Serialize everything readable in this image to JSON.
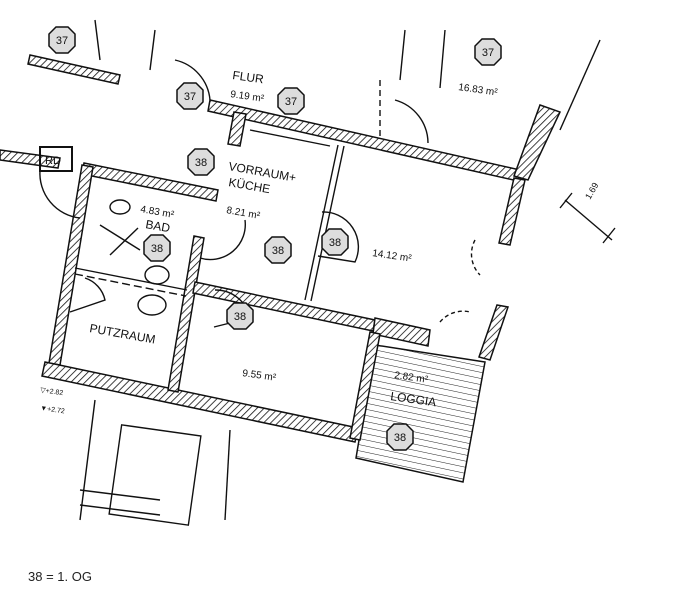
{
  "plan": {
    "rooms": [
      {
        "name": "FLUR",
        "area": "9.19 m²"
      },
      {
        "name": "",
        "area": "16.83 m²"
      },
      {
        "name": "VORRAUM+",
        "name2": "KÜCHE",
        "area": "8.21 m²"
      },
      {
        "name": "BAD",
        "area": "4.83 m²"
      },
      {
        "name": "PUTZRAUM",
        "area": ""
      },
      {
        "name": "",
        "area": "14.12 m²"
      },
      {
        "name": "",
        "area": "9.55 m²"
      },
      {
        "name": "LOGGIA",
        "area": "2.82 m²"
      }
    ],
    "markers": {
      "floor37": "37",
      "floor38": "38"
    },
    "rd_label": "RD",
    "dimension": "1.69",
    "elevations": [
      "▽+2.82",
      "▼+2.72"
    ]
  },
  "legend": {
    "caption": "38 = 1. OG"
  }
}
